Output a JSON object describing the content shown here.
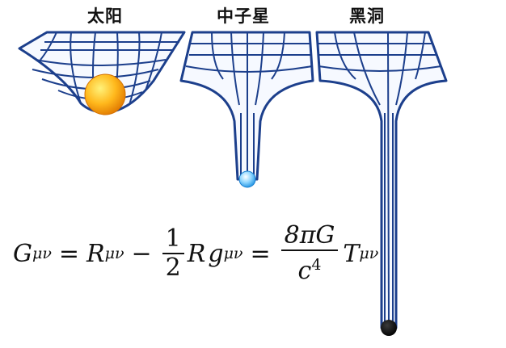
{
  "labels": {
    "sun": "太阳",
    "neutron_star": "中子星",
    "black_hole": "黑洞"
  },
  "equation": {
    "g": "G",
    "mu_nu": "μν",
    "eq1": "=",
    "r": "R",
    "minus": "−",
    "half_num": "1",
    "half_den": "2",
    "r2": "R",
    "g_small": "g",
    "eq2": "=",
    "k_num": "8πG",
    "k_den_c": "c",
    "k_den_exp": "4",
    "t": "T"
  },
  "colors": {
    "grid_line": "#1c3f8c",
    "tube_fill": "#ffffff",
    "sun_core": "#ffe45c",
    "sun_edge": "#e88a00",
    "neutron_core": "#e8f7ff",
    "neutron_edge": "#1a9be6",
    "black_hole": "#050505"
  }
}
